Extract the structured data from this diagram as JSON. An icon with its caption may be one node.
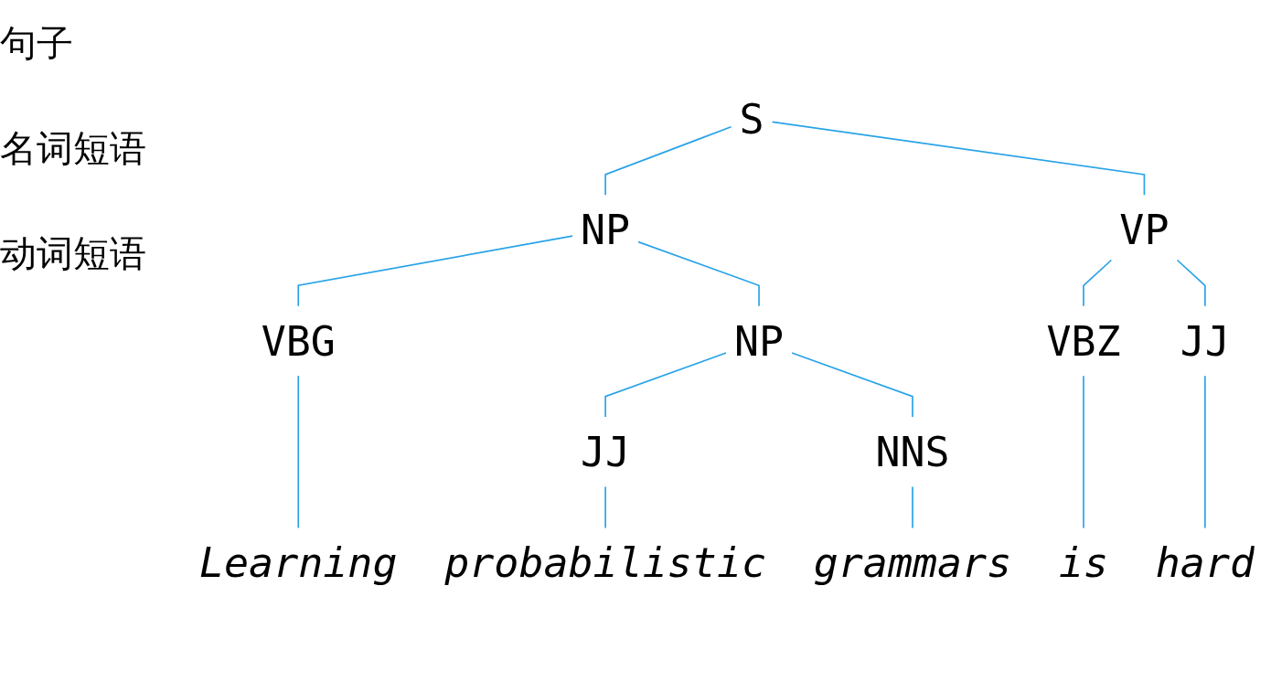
{
  "diagram": {
    "nodes": [
      {
        "text": [
          "S"
        ]
      },
      {
        "text": [
          "NP"
        ]
      },
      {
        "text": [
          "VP"
        ]
      },
      {
        "text": [
          "VBG"
        ]
      },
      {
        "text": [
          "NP"
        ]
      },
      {
        "text": [
          "VBZ"
        ]
      },
      {
        "text": [
          "JJ"
        ]
      },
      {
        "text": [
          "JJ"
        ]
      },
      {
        "text": [
          "NNS"
        ]
      },
      {
        "text": [
          "Learning"
        ]
      },
      {
        "text": [
          "probabilistic"
        ]
      },
      {
        "text": [
          "grammars"
        ]
      },
      {
        "text": [
          "is"
        ]
      },
      {
        "text": [
          "hard"
        ]
      }
    ],
    "edges": [
      {
        "from": 0,
        "to": 1,
        "arrow": "none"
      },
      {
        "from": 0,
        "to": 2,
        "arrow": "none"
      },
      {
        "from": 1,
        "to": 3,
        "arrow": "none"
      },
      {
        "from": 1,
        "to": 4,
        "arrow": "none"
      },
      {
        "from": 2,
        "to": 5,
        "arrow": "none"
      },
      {
        "from": 2,
        "to": 6,
        "arrow": "none"
      },
      {
        "from": 4,
        "to": 7,
        "arrow": "none"
      },
      {
        "from": 4,
        "to": 8,
        "arrow": "none"
      },
      {
        "from": 3,
        "to": 9,
        "arrow": "none"
      },
      {
        "from": 7,
        "to": 10,
        "arrow": "none"
      },
      {
        "from": 8,
        "to": 11,
        "arrow": "none"
      },
      {
        "from": 5,
        "to": 12,
        "arrow": "none"
      },
      {
        "from": 6,
        "to": 13,
        "arrow": "none"
      }
    ],
    "labels": [
      "句子",
      "名词短语",
      "动词短语"
    ]
  }
}
